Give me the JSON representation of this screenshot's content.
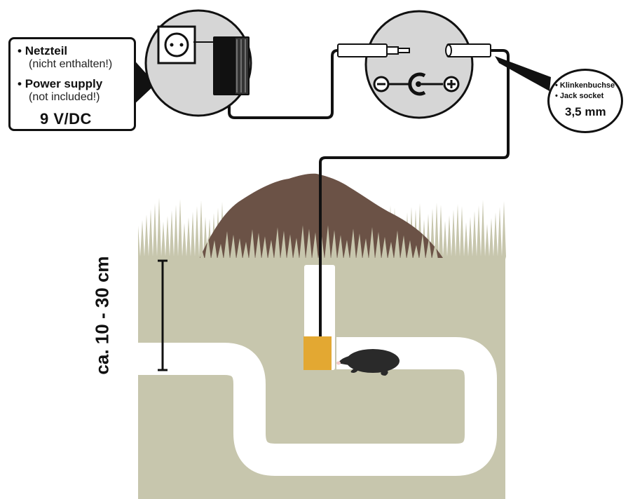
{
  "power_supply": {
    "item1_label": "Netzteil",
    "item1_note": "(nicht enthalten!)",
    "item2_label": "Power supply",
    "item2_note": "(not included!)",
    "voltage": "9 V/DC"
  },
  "jack_socket": {
    "line1": "Klinkenbuchse",
    "line2": "Jack socket",
    "size": "3,5 mm"
  },
  "depth_label": "ca. 10 - 30 cm",
  "colors": {
    "soil": "#c7c6ad",
    "tunnel": "#ffffff",
    "molehill": "#6b5246",
    "sensor": "#e3a832",
    "mole": "#2a2a2a",
    "outline": "#111111"
  },
  "icons": {
    "socket": "power-outlet-icon",
    "adapter": "power-adapter-icon",
    "plug": "jack-plug-icon",
    "polarity": "polarity-symbol-icon",
    "mole": "mole-icon"
  }
}
